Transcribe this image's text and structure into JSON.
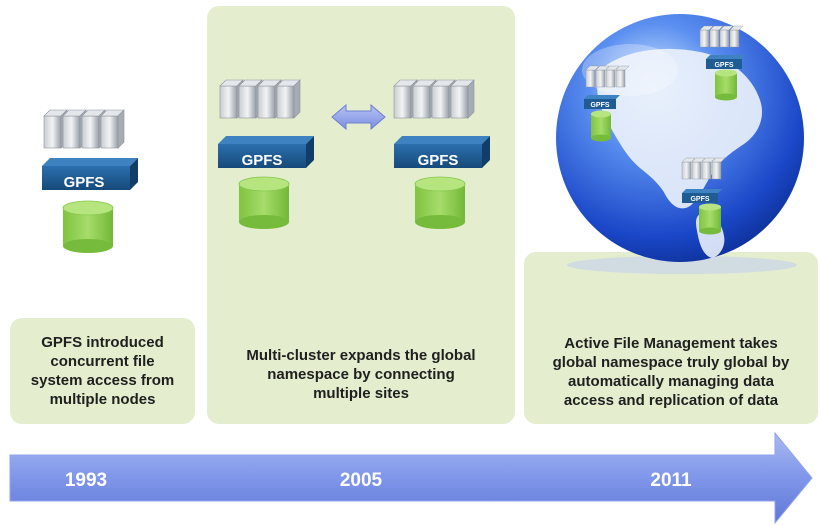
{
  "stages": [
    {
      "year": "1993",
      "label": "GPFS",
      "caption": "GPFS introduced\nconcurrent file\nsystem access from\nmultiple nodes"
    },
    {
      "year": "2005",
      "labels": [
        "GPFS",
        "GPFS"
      ],
      "caption": "Multi-cluster expands the global\nnamespace by connecting\nmultiple sites"
    },
    {
      "year": "2011",
      "labels": [
        "GPFS",
        "GPFS",
        "GPFS"
      ],
      "caption": "Active  File Management takes\nglobal namespace truly global by\nautomatically managing data\naccess  and replication of data"
    }
  ],
  "colors": {
    "panel": "#e4eecf",
    "gpfs_box": "#1f5c93",
    "disk": "#8fcf4e",
    "arrow": "#7f96ea",
    "globe": "#2f63e0"
  }
}
